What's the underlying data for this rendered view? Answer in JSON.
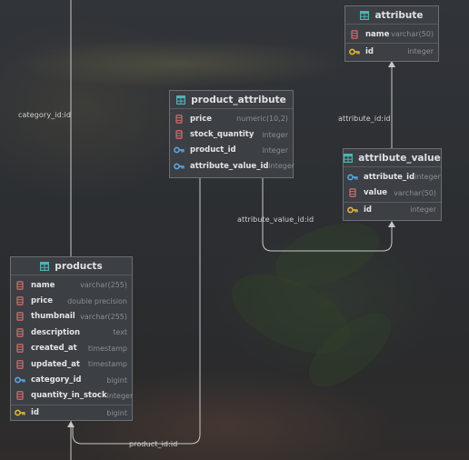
{
  "tables": {
    "attribute": {
      "title": "attribute",
      "rows": [
        {
          "name": "name",
          "type": "varchar(50)",
          "icon": "column-icon"
        },
        {
          "name": "id",
          "type": "integer",
          "icon": "primary-key-icon"
        }
      ]
    },
    "product_attribute": {
      "title": "product_attribute",
      "rows": [
        {
          "name": "price",
          "type": "numeric(10,2)",
          "icon": "column-icon"
        },
        {
          "name": "stock_quantity",
          "type": "integer",
          "icon": "column-icon"
        },
        {
          "name": "product_id",
          "type": "integer",
          "icon": "foreign-key-icon"
        },
        {
          "name": "attribute_value_id",
          "type": "integer",
          "icon": "foreign-key-icon"
        }
      ]
    },
    "attribute_value": {
      "title": "attribute_value",
      "rows": [
        {
          "name": "attribute_id",
          "type": "integer",
          "icon": "foreign-key-icon"
        },
        {
          "name": "value",
          "type": "varchar(50)",
          "icon": "column-icon"
        },
        {
          "name": "id",
          "type": "integer",
          "icon": "primary-key-icon"
        }
      ]
    },
    "products": {
      "title": "products",
      "rows": [
        {
          "name": "name",
          "type": "varchar(255)",
          "icon": "column-icon"
        },
        {
          "name": "price",
          "type": "double precision",
          "icon": "column-icon"
        },
        {
          "name": "thumbnail",
          "type": "varchar(255)",
          "icon": "column-icon"
        },
        {
          "name": "description",
          "type": "text",
          "icon": "column-icon"
        },
        {
          "name": "created_at",
          "type": "timestamp",
          "icon": "column-icon"
        },
        {
          "name": "updated_at",
          "type": "timestamp",
          "icon": "column-icon"
        },
        {
          "name": "category_id",
          "type": "bigint",
          "icon": "foreign-key-icon"
        },
        {
          "name": "quantity_in_stock",
          "type": "integer",
          "icon": "column-icon"
        },
        {
          "name": "id",
          "type": "bigint",
          "icon": "primary-key-icon"
        }
      ]
    }
  },
  "relations": {
    "category": "category_id:id",
    "attribute": "attribute_id:id",
    "attribute_value": "attribute_value_id:id",
    "product": "product_id:id"
  },
  "colors": {
    "table_icon": "#4fb3b3",
    "column_icon": "#c66b6b",
    "key_icon": "#e5b53a",
    "fk_icon": "#5aa6e6",
    "line": "#c8c8c8"
  }
}
